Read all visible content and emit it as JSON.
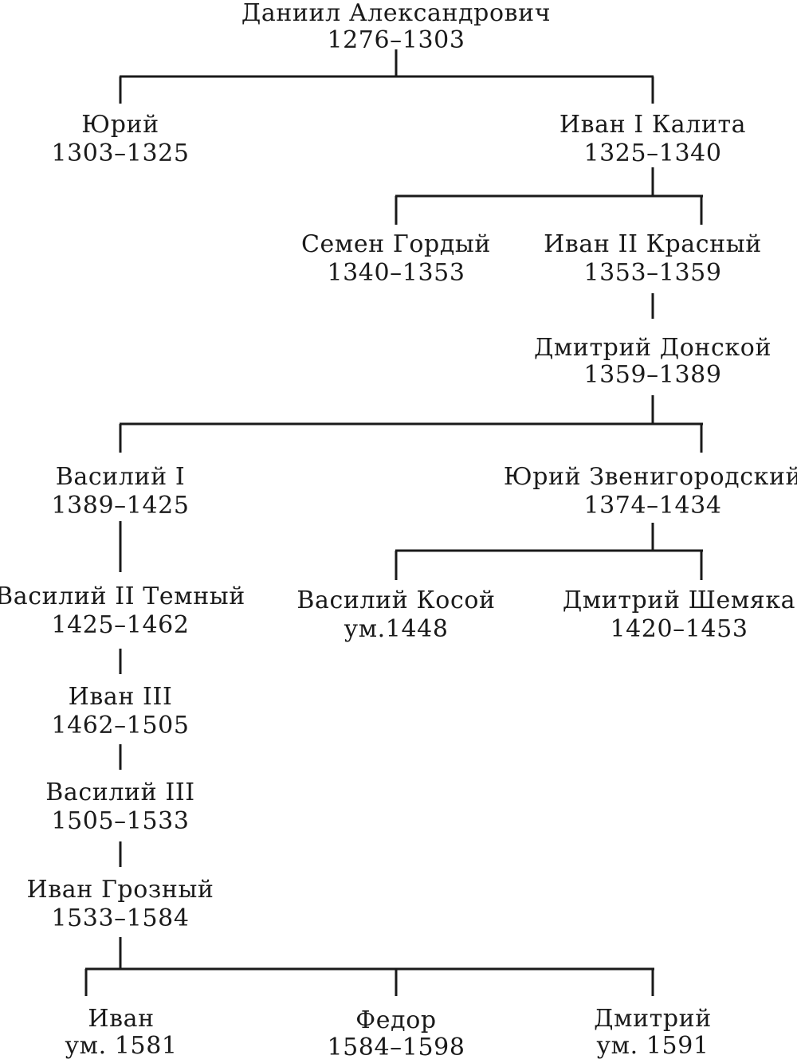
{
  "tree": {
    "daniil": {
      "name": "Даниил Александрович",
      "years": "1276–1303"
    },
    "yuri": {
      "name": "Юрий",
      "years": "1303–1325"
    },
    "ivan1": {
      "name": "Иван I Калита",
      "years": "1325–1340"
    },
    "semen": {
      "name": "Семен Гордый",
      "years": "1340–1353"
    },
    "ivan2": {
      "name": "Иван II Красный",
      "years": "1353–1359"
    },
    "dmitri_donskoi": {
      "name": "Дмитрий Донской",
      "years": "1359–1389"
    },
    "vasili1": {
      "name": "Василий I",
      "years": "1389–1425"
    },
    "yuri_zven": {
      "name": "Юрий Звенигородский",
      "years": "1374–1434"
    },
    "vasili2": {
      "name": "Василий II Темный",
      "years": "1425–1462"
    },
    "vasili_kosoi": {
      "name": "Василий Косой",
      "years": "ум.1448"
    },
    "dmitri_shemyaka": {
      "name": "Дмитрий Шемяка",
      "years": "1420–1453"
    },
    "ivan3": {
      "name": "Иван III",
      "years": "1462–1505"
    },
    "vasili3": {
      "name": "Василий III",
      "years": "1505–1533"
    },
    "ivan_grozny": {
      "name": "Иван Грозный",
      "years": "1533–1584"
    },
    "ivan_son": {
      "name": "Иван",
      "years": "ум. 1581"
    },
    "fedor": {
      "name": "Федор",
      "years": "1584–1598"
    },
    "dmitri_son": {
      "name": "Дмитрий",
      "years": "ум. 1591"
    }
  }
}
